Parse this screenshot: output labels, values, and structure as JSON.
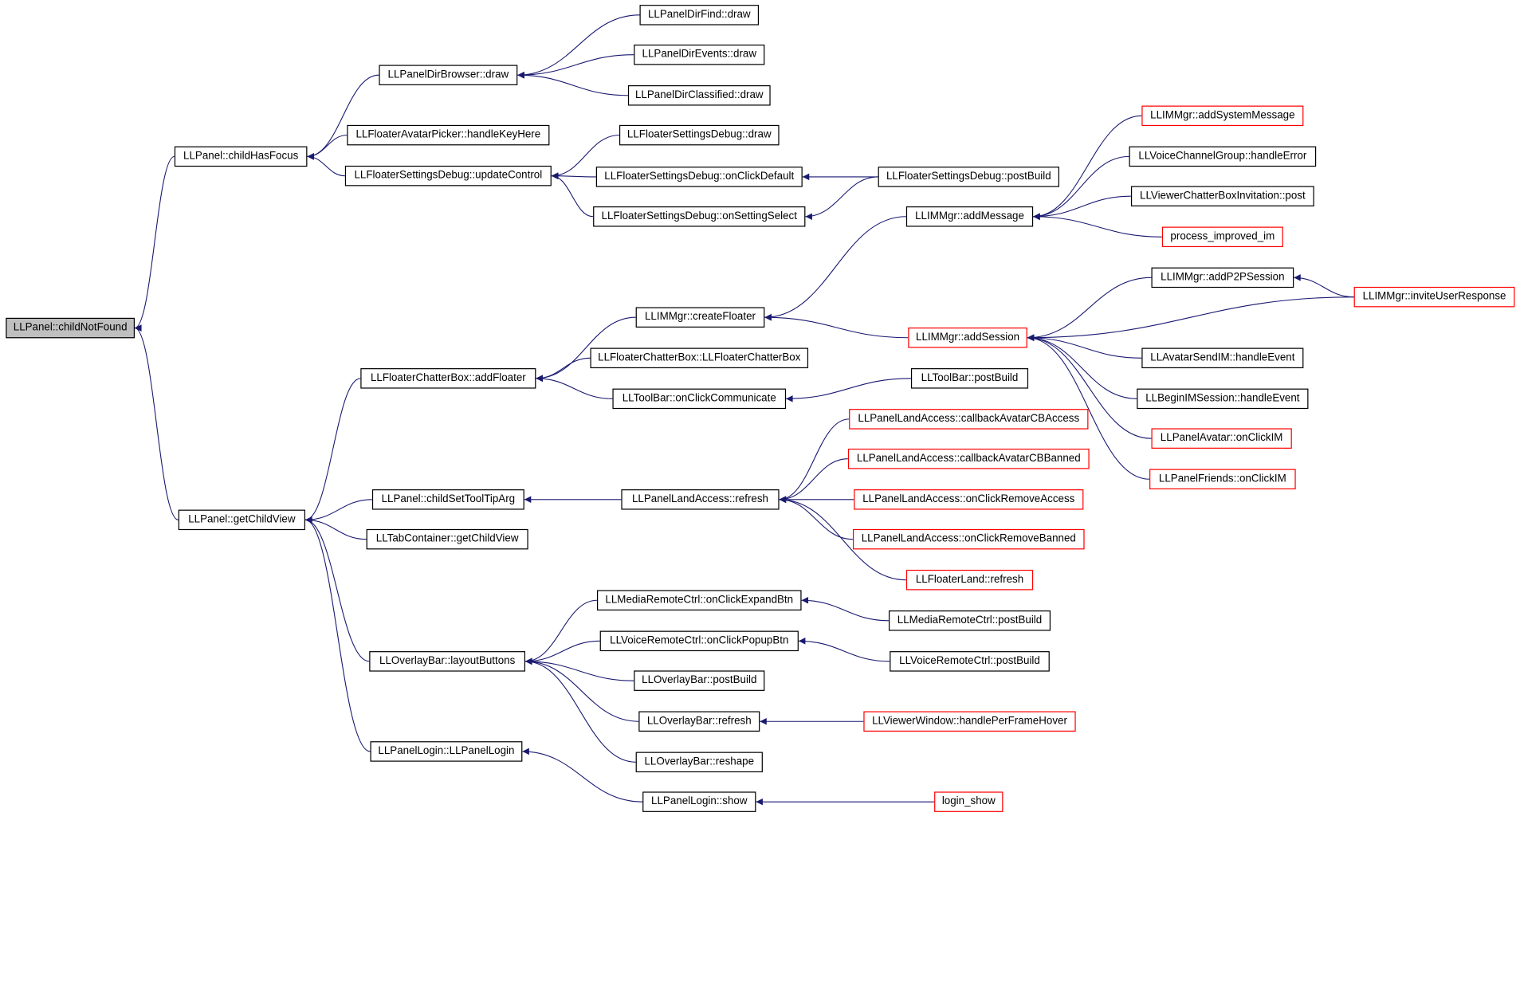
{
  "colors": {
    "edge": "#191970",
    "node_border": "#000000",
    "truncated_border": "#ff0000",
    "root_fill": "#bfbfbf"
  },
  "nodes": {
    "childNotFound": {
      "label": "LLPanel::childNotFound",
      "style": "root"
    },
    "childHasFocus": {
      "label": "LLPanel::childHasFocus",
      "style": "normal"
    },
    "getChildView": {
      "label": "LLPanel::getChildView",
      "style": "normal"
    },
    "dirBrowserDraw": {
      "label": "LLPanelDirBrowser::draw",
      "style": "normal"
    },
    "avatarPickerKey": {
      "label": "LLFloaterAvatarPicker::handleKeyHere",
      "style": "normal"
    },
    "settingsUpdateControl": {
      "label": "LLFloaterSettingsDebug::updateControl",
      "style": "normal"
    },
    "dirFindDraw": {
      "label": "LLPanelDirFind::draw",
      "style": "normal"
    },
    "dirEventsDraw": {
      "label": "LLPanelDirEvents::draw",
      "style": "normal"
    },
    "dirClassifiedDraw": {
      "label": "LLPanelDirClassified::draw",
      "style": "normal"
    },
    "settingsDraw": {
      "label": "LLFloaterSettingsDebug::draw",
      "style": "normal"
    },
    "settingsOnClickDefault": {
      "label": "LLFloaterSettingsDebug::onClickDefault",
      "style": "normal"
    },
    "settingsOnSettingSelect": {
      "label": "LLFloaterSettingsDebug::onSettingSelect",
      "style": "normal"
    },
    "settingsPostBuild": {
      "label": "LLFloaterSettingsDebug::postBuild",
      "style": "normal"
    },
    "imAddMessage": {
      "label": "LLIMMgr::addMessage",
      "style": "normal"
    },
    "imAddSystemMessage": {
      "label": "LLIMMgr::addSystemMessage",
      "style": "truncated"
    },
    "voiceGroupHandleError": {
      "label": "LLVoiceChannelGroup::handleError",
      "style": "normal"
    },
    "chatterInvitationPost": {
      "label": "LLViewerChatterBoxInvitation::post",
      "style": "normal"
    },
    "processImprovedIm": {
      "label": "process_improved_im",
      "style": "truncated"
    },
    "imAddP2PSession": {
      "label": "LLIMMgr::addP2PSession",
      "style": "normal"
    },
    "imInviteUserResponse": {
      "label": "LLIMMgr::inviteUserResponse",
      "style": "truncated"
    },
    "imCreateFloater": {
      "label": "LLIMMgr::createFloater",
      "style": "normal"
    },
    "imAddSession": {
      "label": "LLIMMgr::addSession",
      "style": "truncated"
    },
    "avatarSendIMHandle": {
      "label": "LLAvatarSendIM::handleEvent",
      "style": "normal"
    },
    "beginIMSessionHandle": {
      "label": "LLBeginIMSession::handleEvent",
      "style": "normal"
    },
    "panelAvatarOnClickIM": {
      "label": "LLPanelAvatar::onClickIM",
      "style": "truncated"
    },
    "panelFriendsOnClickIM": {
      "label": "LLPanelFriends::onClickIM",
      "style": "truncated"
    },
    "chatterAddFloater": {
      "label": "LLFloaterChatterBox::addFloater",
      "style": "normal"
    },
    "chatterCtor": {
      "label": "LLFloaterChatterBox::LLFloaterChatterBox",
      "style": "normal"
    },
    "toolBarOnClickCommunicate": {
      "label": "LLToolBar::onClickCommunicate",
      "style": "normal"
    },
    "toolBarPostBuild": {
      "label": "LLToolBar::postBuild",
      "style": "normal"
    },
    "childSetToolTipArg": {
      "label": "LLPanel::childSetToolTipArg",
      "style": "normal"
    },
    "landAccessRefresh": {
      "label": "LLPanelLandAccess::refresh",
      "style": "normal"
    },
    "landCbAccess": {
      "label": "LLPanelLandAccess::callbackAvatarCBAccess",
      "style": "truncated"
    },
    "landCbBanned": {
      "label": "LLPanelLandAccess::callbackAvatarCBBanned",
      "style": "truncated"
    },
    "landRemoveAccess": {
      "label": "LLPanelLandAccess::onClickRemoveAccess",
      "style": "truncated"
    },
    "landRemoveBanned": {
      "label": "LLPanelLandAccess::onClickRemoveBanned",
      "style": "truncated"
    },
    "floaterLandRefresh": {
      "label": "LLFloaterLand::refresh",
      "style": "truncated"
    },
    "tabGetChildView": {
      "label": "LLTabContainer::getChildView",
      "style": "normal"
    },
    "overlayLayoutButtons": {
      "label": "LLOverlayBar::layoutButtons",
      "style": "normal"
    },
    "mediaExpandBtn": {
      "label": "LLMediaRemoteCtrl::onClickExpandBtn",
      "style": "normal"
    },
    "mediaPostBuild": {
      "label": "LLMediaRemoteCtrl::postBuild",
      "style": "normal"
    },
    "voicePopupBtn": {
      "label": "LLVoiceRemoteCtrl::onClickPopupBtn",
      "style": "normal"
    },
    "voiceRemotePostBuild": {
      "label": "LLVoiceRemoteCtrl::postBuild",
      "style": "normal"
    },
    "overlayPostBuild": {
      "label": "LLOverlayBar::postBuild",
      "style": "normal"
    },
    "overlayRefresh": {
      "label": "LLOverlayBar::refresh",
      "style": "normal"
    },
    "viewerHover": {
      "label": "LLViewerWindow::handlePerFrameHover",
      "style": "truncated"
    },
    "overlayReshape": {
      "label": "LLOverlayBar::reshape",
      "style": "normal"
    },
    "loginCtor": {
      "label": "LLPanelLogin::LLPanelLogin",
      "style": "normal"
    },
    "loginShow": {
      "label": "LLPanelLogin::show",
      "style": "normal"
    },
    "loginShowFn": {
      "label": "login_show",
      "style": "truncated"
    }
  },
  "edges": [
    [
      "childHasFocus",
      "childNotFound"
    ],
    [
      "getChildView",
      "childNotFound"
    ],
    [
      "dirBrowserDraw",
      "childHasFocus"
    ],
    [
      "avatarPickerKey",
      "childHasFocus"
    ],
    [
      "settingsUpdateControl",
      "childHasFocus"
    ],
    [
      "dirFindDraw",
      "dirBrowserDraw"
    ],
    [
      "dirEventsDraw",
      "dirBrowserDraw"
    ],
    [
      "dirClassifiedDraw",
      "dirBrowserDraw"
    ],
    [
      "settingsDraw",
      "settingsUpdateControl"
    ],
    [
      "settingsOnClickDefault",
      "settingsUpdateControl"
    ],
    [
      "settingsOnSettingSelect",
      "settingsUpdateControl"
    ],
    [
      "settingsPostBuild",
      "settingsOnClickDefault"
    ],
    [
      "settingsPostBuild",
      "settingsOnSettingSelect"
    ],
    [
      "chatterAddFloater",
      "getChildView"
    ],
    [
      "childSetToolTipArg",
      "getChildView"
    ],
    [
      "tabGetChildView",
      "getChildView"
    ],
    [
      "overlayLayoutButtons",
      "getChildView"
    ],
    [
      "loginCtor",
      "getChildView"
    ],
    [
      "imCreateFloater",
      "chatterAddFloater"
    ],
    [
      "chatterCtor",
      "chatterAddFloater"
    ],
    [
      "toolBarOnClickCommunicate",
      "chatterAddFloater"
    ],
    [
      "imAddMessage",
      "imCreateFloater"
    ],
    [
      "imAddSession",
      "imCreateFloater"
    ],
    [
      "imAddSystemMessage",
      "imAddMessage"
    ],
    [
      "voiceGroupHandleError",
      "imAddMessage"
    ],
    [
      "chatterInvitationPost",
      "imAddMessage"
    ],
    [
      "processImprovedIm",
      "imAddMessage"
    ],
    [
      "imAddP2PSession",
      "imAddSession"
    ],
    [
      "imInviteUserResponse",
      "imAddSession"
    ],
    [
      "imInviteUserResponse",
      "imAddP2PSession"
    ],
    [
      "avatarSendIMHandle",
      "imAddSession"
    ],
    [
      "beginIMSessionHandle",
      "imAddSession"
    ],
    [
      "panelAvatarOnClickIM",
      "imAddSession"
    ],
    [
      "panelFriendsOnClickIM",
      "imAddSession"
    ],
    [
      "toolBarPostBuild",
      "toolBarOnClickCommunicate"
    ],
    [
      "landAccessRefresh",
      "childSetToolTipArg"
    ],
    [
      "landCbAccess",
      "landAccessRefresh"
    ],
    [
      "landCbBanned",
      "landAccessRefresh"
    ],
    [
      "landRemoveAccess",
      "landAccessRefresh"
    ],
    [
      "landRemoveBanned",
      "landAccessRefresh"
    ],
    [
      "floaterLandRefresh",
      "landAccessRefresh"
    ],
    [
      "mediaExpandBtn",
      "overlayLayoutButtons"
    ],
    [
      "voicePopupBtn",
      "overlayLayoutButtons"
    ],
    [
      "overlayPostBuild",
      "overlayLayoutButtons"
    ],
    [
      "overlayRefresh",
      "overlayLayoutButtons"
    ],
    [
      "overlayReshape",
      "overlayLayoutButtons"
    ],
    [
      "mediaPostBuild",
      "mediaExpandBtn"
    ],
    [
      "voiceRemotePostBuild",
      "voicePopupBtn"
    ],
    [
      "viewerHover",
      "overlayRefresh"
    ],
    [
      "loginShow",
      "loginCtor"
    ],
    [
      "loginShowFn",
      "loginShow"
    ]
  ]
}
